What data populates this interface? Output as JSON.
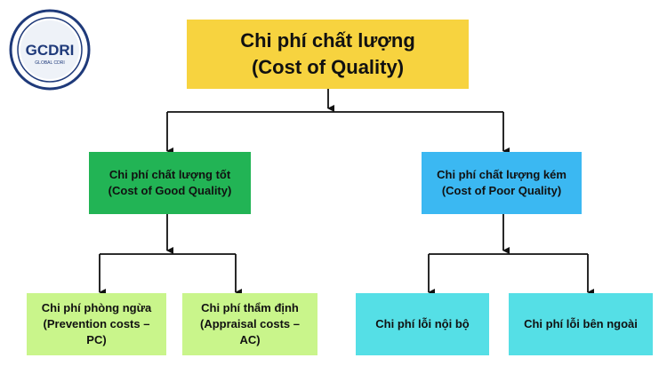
{
  "logo": {
    "text": "GCDRI",
    "subtext": "GLOBAL CDRI"
  },
  "root": {
    "line1": "Chi phí chất lượng",
    "line2": "(Cost of Quality)"
  },
  "good": {
    "line1": "Chi phí chất lượng tốt",
    "line2": "(Cost of Good Quality)"
  },
  "poor": {
    "line1": "Chi phí chất lượng kém",
    "line2": "(Cost of Poor Quality)"
  },
  "prevention": {
    "line1": "Chi phí phòng ngừa",
    "line2": "(Prevention costs –",
    "line3": "PC)"
  },
  "appraisal": {
    "line1": "Chi phí thẩm định",
    "line2": "(Appraisal costs –",
    "line3": "AC)"
  },
  "internal": {
    "line1": "Chi phí lỗi nội bộ"
  },
  "external": {
    "line1": "Chi phí lỗi bên ngoài"
  },
  "colors": {
    "root": "#f7d33f",
    "good": "#22b455",
    "poor": "#3bb8f2",
    "good_children": "#c9f58b",
    "poor_children": "#55dfe6",
    "logo_navy": "#1f3a7a"
  }
}
